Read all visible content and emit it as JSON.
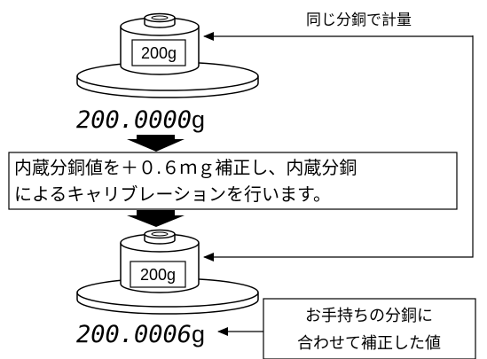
{
  "top_note": "同じ分銅で計量",
  "top_weight_label": "200g",
  "top_reading_value": "200.0000",
  "top_reading_unit": "g",
  "process_box_line1": "内蔵分銅値を＋０.６ｍｇ補正し、内蔵分銅",
  "process_box_line2": "によるキャリブレーションを行います。",
  "bottom_weight_label": "200g",
  "bottom_reading_value": "200.0006",
  "bottom_reading_unit": "g",
  "result_note_line1": "お手持ちの分銅に",
  "result_note_line2": "合わせて補正した値"
}
